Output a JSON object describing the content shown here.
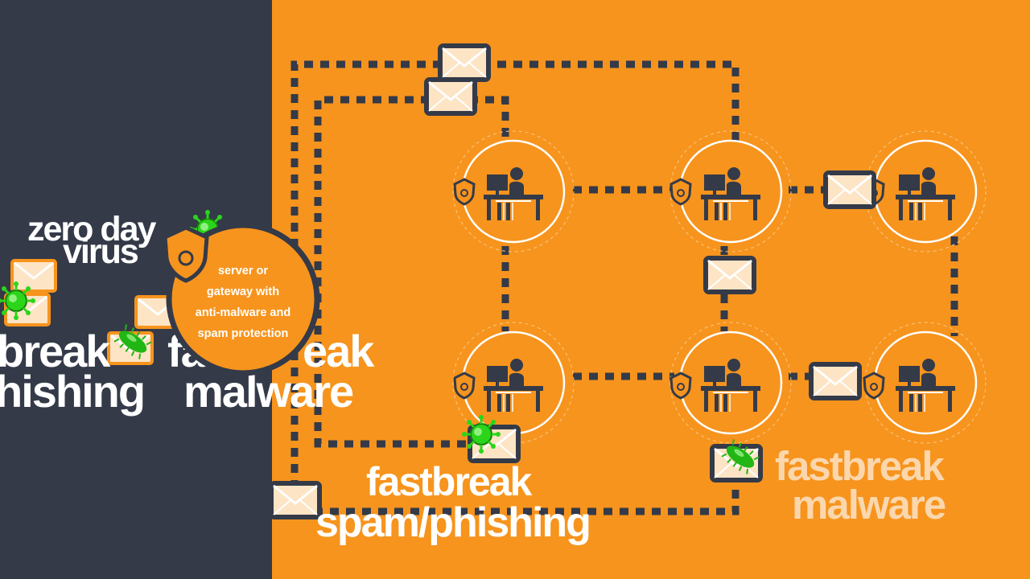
{
  "colors": {
    "orange": "#f7941d",
    "dark": "#343a48",
    "white": "#ffffff",
    "envelope_fill": "#fde4c4",
    "virus_green": "#2bd51a",
    "faded_label": "#fbd7ae"
  },
  "labels": {
    "zero_day_line1": "zero day",
    "zero_day_line2": "virus",
    "left_break": "break",
    "left_phishing": "hishing",
    "mid_break_prefix": "fa",
    "mid_break_suffix": "eak",
    "mid_malware": "malware",
    "bottom_fastbreak": "fastbreak",
    "bottom_spam": "spam/phishing",
    "right_fastbreak": "fastbreak",
    "right_malware": "malware"
  },
  "server": {
    "line1": "server or",
    "line2": "gateway with",
    "line3": "anti-malware and",
    "line4": "spam protection"
  },
  "icons": {
    "workstation": "computer-user-icon",
    "shield": "shield-icon",
    "mail": "envelope-icon",
    "virus": "virus-icon",
    "bug": "bacteria-icon"
  },
  "workstations": [
    {
      "id": "top-1"
    },
    {
      "id": "top-2"
    },
    {
      "id": "top-3"
    },
    {
      "id": "bottom-1"
    },
    {
      "id": "bottom-2"
    },
    {
      "id": "bottom-3"
    }
  ]
}
